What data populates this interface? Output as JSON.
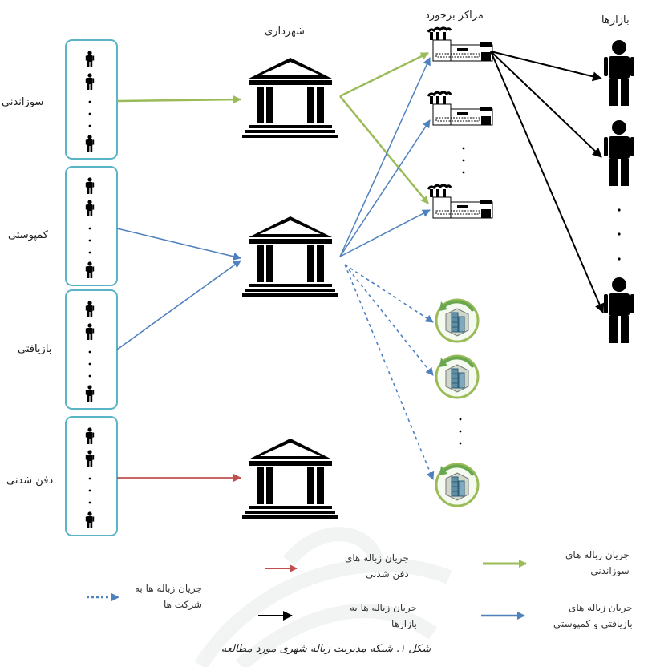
{
  "headers": {
    "municipality": "شهرداری",
    "treatment_centers": "مراکز برخورد",
    "markets": "بازارها"
  },
  "waste_types": [
    "سوزاندنی",
    "کمپوستی",
    "بازیافتی",
    "دفن شدنی"
  ],
  "legend": {
    "incinerable_flow": [
      "جریان زباله های",
      "سوزاندنی"
    ],
    "landfill_flow": [
      "جریان زباله های",
      "دفن شدنی"
    ],
    "companies_flow": [
      "جریان زباله ها به",
      "شرکت ها"
    ],
    "markets_flow": [
      "جریان زباله ها به",
      "بازارها"
    ],
    "recycle_compost_flow": [
      "جریان زباله های",
      "بازیافتی و کمپوستی"
    ]
  },
  "caption": "شکل ۱. شبکه مدیریت زباله شهری مورد مطالعه",
  "colors": {
    "incinerable": "#9bbb59",
    "recycle_compost": "#4f81bd",
    "landfill": "#c0504d",
    "markets": "#000000",
    "group_border": "#5ab4c5"
  },
  "icons": {
    "person": "person-icon",
    "municipality": "municipality-building-icon",
    "factory": "factory-icon",
    "company": "recycling-company-icon",
    "market_person": "market-person-icon"
  }
}
